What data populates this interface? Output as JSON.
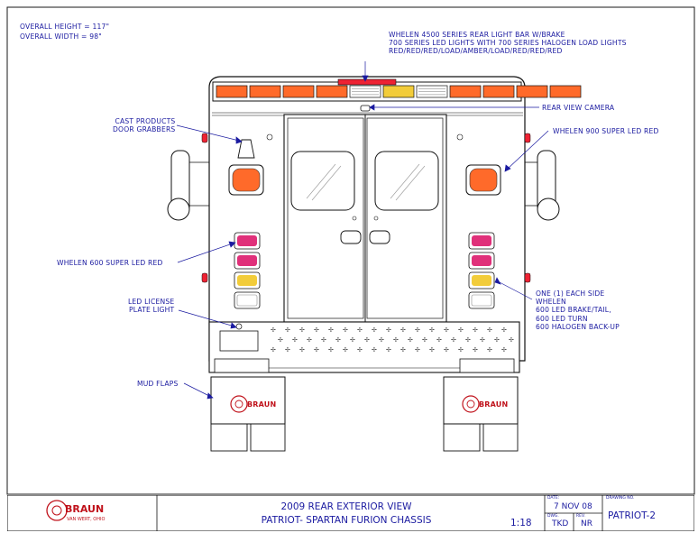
{
  "dimensions": {
    "overall_height": "OVERALL HEIGHT = 117\"",
    "overall_width": "OVERALL WIDTH = 98\""
  },
  "callouts": {
    "light_bar": [
      "WHELEN 4500 SERIES REAR LIGHT BAR W/BRAKE",
      "700 SERIES LED LIGHTS WITH 700 SERIES HALOGEN LOAD LIGHTS",
      "RED/RED/RED/LOAD/AMBER/LOAD/RED/RED/RED"
    ],
    "camera": "REAR VIEW CAMERA",
    "door_grabbers": [
      "CAST PRODUCTS",
      "DOOR GRABBERS"
    ],
    "whelen_900": "WHELEN 900 SUPER LED RED",
    "whelen_600": "WHELEN 600 SUPER LED RED",
    "each_side": [
      "ONE (1) EACH SIDE",
      "WHELEN",
      "600 LED BRAKE/TAIL,",
      "600 LED TURN",
      "600 HALOGEN BACK-UP"
    ],
    "license_light": [
      "LED LICENSE",
      "PLATE LIGHT"
    ],
    "mud_flaps": "MUD FLAPS"
  },
  "logo": {
    "brand": "BRAUN",
    "tagline": "VAN WERT, OHIO"
  },
  "title_block": {
    "title_line1": "2009 REAR EXTERIOR VIEW",
    "title_line2": "PATRIOT-  SPARTAN FURION CHASSIS",
    "scale": "1:18",
    "date_label": "DATE:",
    "date": "7 NOV 08",
    "dwg_label": "DWG.",
    "dwg_by": "TKD",
    "rev_label": "REV.",
    "rev_by": "NR",
    "drawing_no_label": "DRAWING NO.",
    "drawing_no": "PATRIOT-2"
  },
  "colors": {
    "annotation_blue": "#1a1aa0",
    "red_led": "#ff6a2a",
    "amber_led": "#f2cc3a",
    "magenta_led": "#e0307a",
    "line": "#111111"
  }
}
